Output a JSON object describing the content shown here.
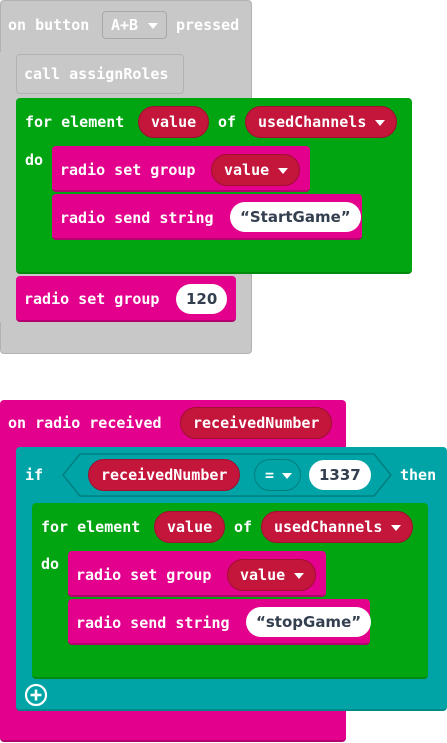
{
  "block1": {
    "event_label": "on button",
    "button_value": "A+B",
    "pressed_label": "pressed",
    "call_label": "call assignRoles",
    "for_label": "for element",
    "for_var": "value",
    "of_label": "of",
    "list_var": "usedChannels",
    "do_label": "do",
    "set_group_label": "radio set group",
    "set_group_var": "value",
    "send_string_label": "radio send string",
    "send_string_value": "StartGame",
    "final_set_group_label": "radio set group",
    "final_group_value": "120"
  },
  "block2": {
    "event_label": "on radio received",
    "event_var": "receivedNumber",
    "if_label": "if",
    "cond_var": "receivedNumber",
    "cond_op": "=",
    "cond_value": "1337",
    "then_label": "then",
    "for_label": "for element",
    "for_var": "value",
    "of_label": "of",
    "list_var": "usedChannels",
    "do_label": "do",
    "set_group_label": "radio set group",
    "set_group_var": "value",
    "send_string_label": "radio send string",
    "send_string_value": "stopGame",
    "add_icon": "plus-circle-icon"
  },
  "colors": {
    "event": "#e3008c",
    "loop": "#00a511",
    "logic": "#00a4a6",
    "variable": "#c4153b",
    "disabled": "#c8c8c8"
  }
}
